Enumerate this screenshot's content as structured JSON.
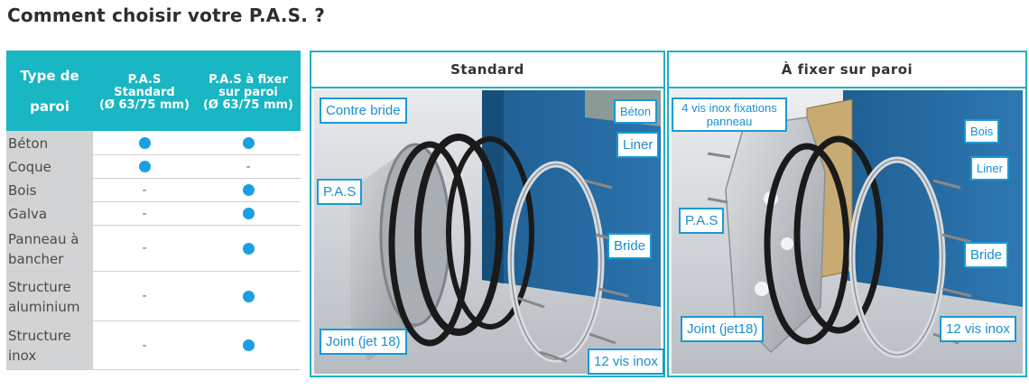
{
  "title": "Comment choisir votre P.A.S. ?",
  "table": {
    "headers": [
      [
        "Type de",
        "paroi"
      ],
      [
        "P.A.S",
        "Standard",
        "(Ø 63/75 mm)"
      ],
      [
        "P.A.S à fixer",
        "sur paroi",
        "(Ø 63/75 mm)"
      ]
    ],
    "rows": [
      {
        "label": [
          "Béton"
        ],
        "standard": "dot",
        "fixer": "dot",
        "h": 27
      },
      {
        "label": [
          "Coque"
        ],
        "standard": "dot",
        "fixer": "-",
        "h": 26
      },
      {
        "label": [
          "Bois"
        ],
        "standard": "-",
        "fixer": "dot",
        "h": 26
      },
      {
        "label": [
          "Galva"
        ],
        "standard": "-",
        "fixer": "dot",
        "h": 26
      },
      {
        "label": [
          "Panneau à",
          "bancher"
        ],
        "standard": "-",
        "fixer": "dot",
        "h": 51
      },
      {
        "label": [
          "Structure",
          "aluminium"
        ],
        "standard": "-",
        "fixer": "dot",
        "h": 55
      },
      {
        "label": [
          "Structure",
          "inox"
        ],
        "standard": "-",
        "fixer": "dot",
        "h": 54
      }
    ],
    "colors": {
      "header": "#19b6c4",
      "label_bg": "#d2d3d5",
      "dot": "#1aa0e0"
    }
  },
  "panels": {
    "standard": {
      "title": "Standard",
      "labels": {
        "contre_bride": "Contre bride",
        "beton": "Béton",
        "liner": "Liner",
        "pas": "P.A.S",
        "bride": "Bride",
        "joint": "Joint (jet 18)",
        "vis": "12 vis inox"
      }
    },
    "fixer": {
      "title": "À fixer sur paroi",
      "labels": {
        "vis_fixation": [
          "4 vis inox fixations",
          "panneau"
        ],
        "bois": "Bois",
        "liner": "Liner",
        "pas": "P.A.S",
        "bride": "Bride",
        "joint": "Joint (jet18)",
        "vis": "12 vis inox"
      }
    }
  },
  "icons": {
    "available": "filled-blue-dot-icon",
    "unavailable": "dash-icon"
  }
}
